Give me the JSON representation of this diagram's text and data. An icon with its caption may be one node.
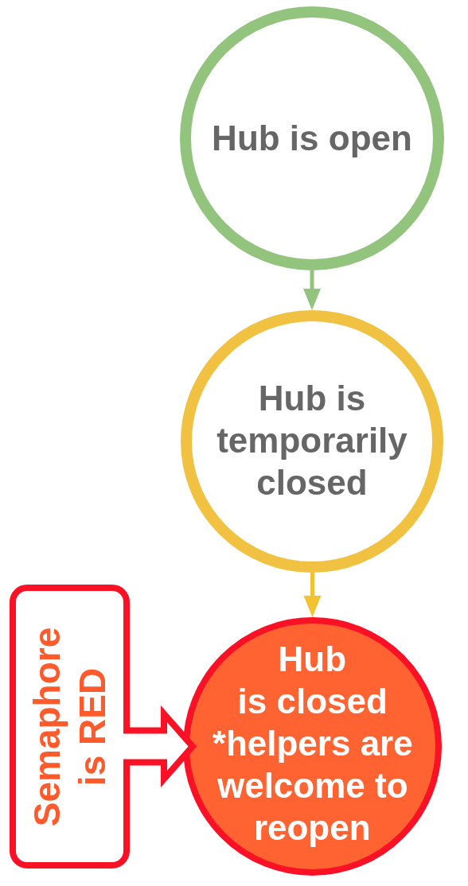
{
  "diagram": {
    "nodes": [
      {
        "text": [
          "Hub is open"
        ]
      },
      {
        "text": [
          "Hub is temporarily closed"
        ]
      },
      {
        "text": [
          "Semaphore is RED"
        ]
      },
      {
        "text": [
          "Hub is closed",
          "*helpers are welcome to reopen"
        ]
      }
    ],
    "edges": [
      {
        "from": 0,
        "to": 1,
        "arrow": "to",
        "color": "#93c47d"
      },
      {
        "from": 1,
        "to": 3,
        "arrow": "to",
        "color": "#f1c232"
      },
      {
        "from": 2,
        "to": 3,
        "arrow": "to",
        "style": "thick",
        "color": "#fa1125"
      }
    ]
  }
}
